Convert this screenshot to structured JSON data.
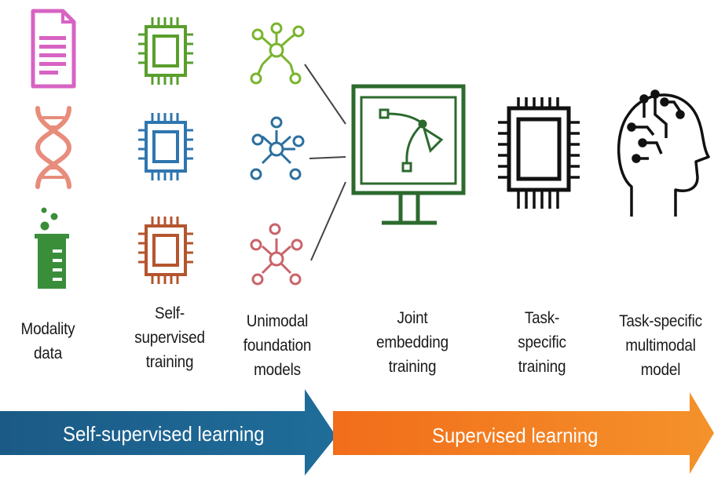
{
  "stages": [
    {
      "id": "modality-data",
      "label_lines": [
        "Modality",
        "data"
      ]
    },
    {
      "id": "self-supervised-training",
      "label_lines": [
        "Self-",
        "supervised",
        "training"
      ]
    },
    {
      "id": "unimodal-foundation-models",
      "label_lines": [
        "Unimodal",
        "foundation",
        "models"
      ]
    },
    {
      "id": "joint-embedding-training",
      "label_lines": [
        "Joint",
        "embedding",
        "training"
      ]
    },
    {
      "id": "task-specific-training",
      "label_lines": [
        "Task-",
        "specific",
        "training"
      ]
    },
    {
      "id": "task-specific-multimodal-model",
      "label_lines": [
        "Task-specific",
        "multimodal",
        "model"
      ]
    }
  ],
  "phases": [
    {
      "label": "Self-supervised learning",
      "color": "#1d5f8a"
    },
    {
      "label": "Supervised learning",
      "color": "#f07a1f"
    }
  ],
  "modalities": [
    {
      "icon": "document-icon",
      "color": "#d763c4"
    },
    {
      "icon": "dna-icon",
      "color": "#e88c7c"
    },
    {
      "icon": "beaker-icon",
      "color": "#3a8e3a"
    }
  ],
  "colors": {
    "green": "#5a9e2d",
    "blue": "#2f76b0",
    "rust": "#b4552e",
    "model_green": "#7ab42e",
    "model_blue": "#2c6f9e",
    "model_red": "#c9646a",
    "monitor": "#2c6a2e",
    "chip_black": "#111111"
  }
}
